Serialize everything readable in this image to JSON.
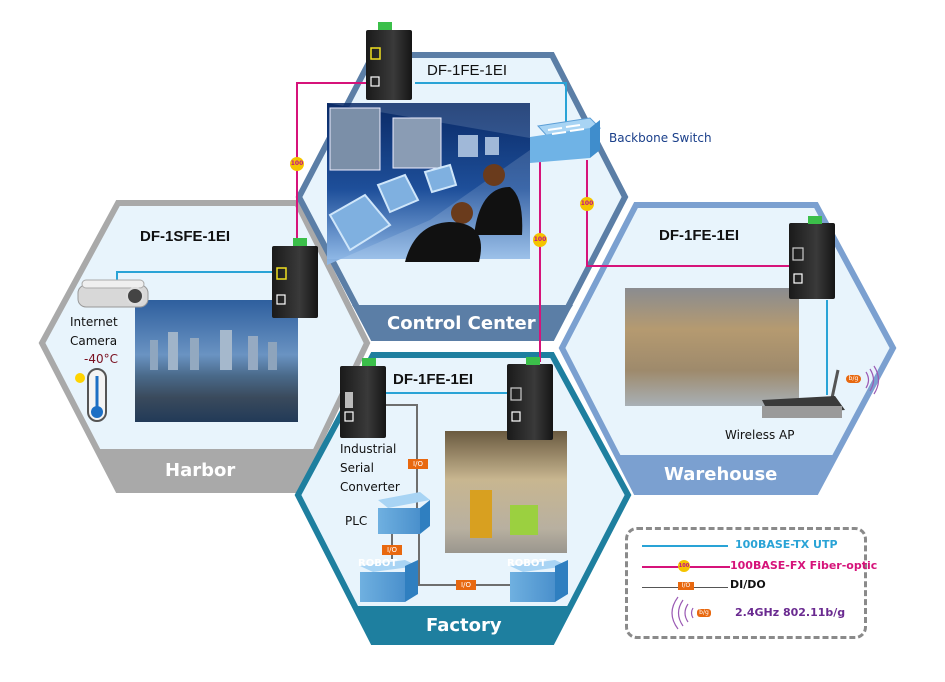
{
  "zones": [
    {
      "id": "control-center",
      "label": "Control Center",
      "color": "#5b7ea6"
    },
    {
      "id": "harbor",
      "label": "Harbor",
      "color": "#a9a9a9"
    },
    {
      "id": "warehouse",
      "label": "Warehouse",
      "color": "#7ba0d0"
    },
    {
      "id": "factory",
      "label": "Factory",
      "color": "#1e7f9f"
    }
  ],
  "devices": {
    "control_center_converter": "DF-1FE-1EI",
    "backbone_switch": "Backbone Switch",
    "harbor_converter": "DF-1SFE-1EI",
    "warehouse_converter": "DF-1FE-1EI",
    "factory_converter": "DF-1FE-1EI",
    "internet_camera_line1": "Internet",
    "internet_camera_line2": "Camera",
    "temperature": "-40°C",
    "serial_converter_line1": "Industrial",
    "serial_converter_line2": "Serial",
    "serial_converter_line3": "Converter",
    "plc": "PLC",
    "robot": "ROBOT",
    "wireless_ap": "Wireless AP"
  },
  "badges": {
    "fiber": "100",
    "io": "I/O",
    "wireless": "b/g"
  },
  "legend": {
    "items": [
      {
        "label": "100BASE-TX UTP",
        "color": "#29a3d6"
      },
      {
        "label": "100BASE-FX Fiber-optic",
        "color": "#d6137a"
      },
      {
        "label": "DI/DO",
        "color": "#111111"
      },
      {
        "label": "2.4GHz 802.11b/g",
        "color": "#6a2a90"
      }
    ]
  },
  "colors": {
    "utp": "#29a3d6",
    "fiber": "#d6137a",
    "dido": "#6e6e6e",
    "hex_fill": "#e8f4fc",
    "badge_yellow": "#f5c400",
    "badge_orange": "#e8680f"
  }
}
